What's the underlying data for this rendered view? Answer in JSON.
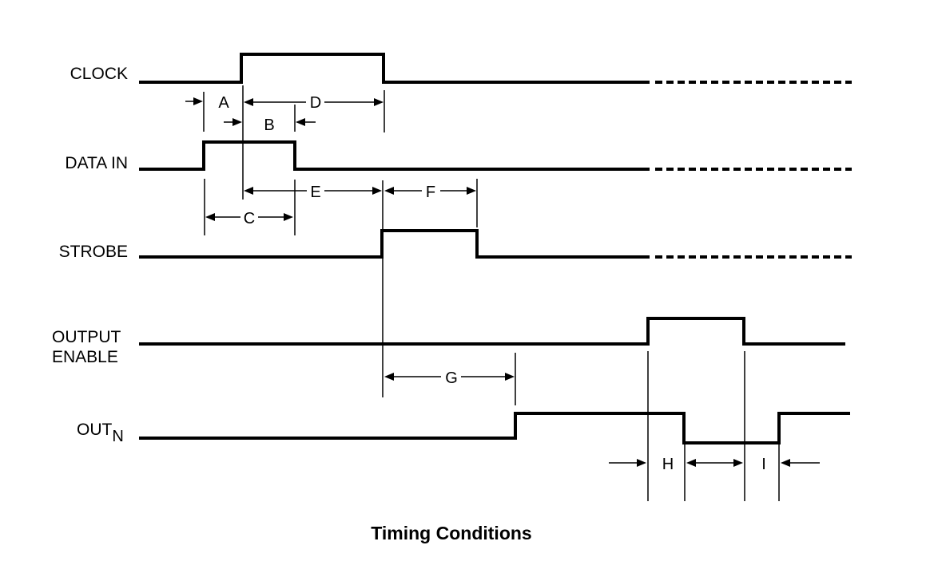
{
  "signals": [
    {
      "id": "clock",
      "label": "CLOCK"
    },
    {
      "id": "data-in",
      "label": "DATA IN"
    },
    {
      "id": "strobe",
      "label": "STROBE"
    },
    {
      "id": "output-enable",
      "label_line1": "OUTPUT",
      "label_line2": "ENABLE"
    },
    {
      "id": "out-n",
      "label_main": "OUT",
      "label_sub": "N"
    }
  ],
  "intervals": {
    "A": "A",
    "B": "B",
    "C": "C",
    "D": "D",
    "E": "E",
    "F": "F",
    "G": "G",
    "H": "H",
    "I": "I"
  },
  "caption": "Timing Conditions"
}
